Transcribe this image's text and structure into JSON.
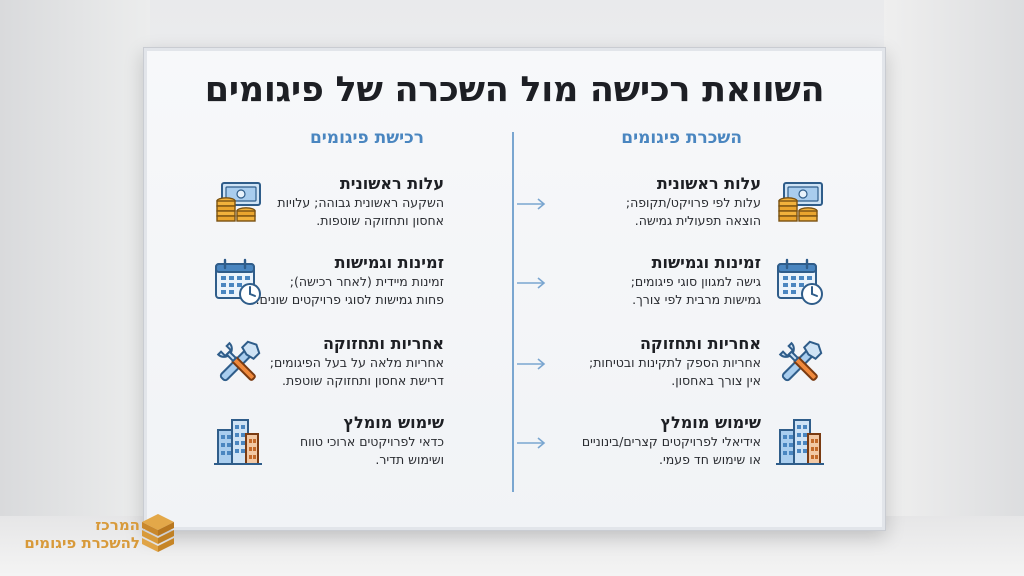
{
  "title": "השוואת רכישה מול השכרה של פיגומים",
  "columns": {
    "rental": {
      "heading": "השכרת פיגומים",
      "items": [
        {
          "title": "עלות ראשונית",
          "line1": "עלות לפי פרויקט/תקופה;",
          "line2": "הוצאה תפעולית גמישה.",
          "icon": "money-coins-icon"
        },
        {
          "title": "זמינות וגמישות",
          "line1": "גישה למגוון סוגי פיגומים;",
          "line2": "גמישות מרבית לפי צורך.",
          "icon": "calendar-clock-icon"
        },
        {
          "title": "אחריות ותחזוקה",
          "line1": "אחריות הספק לתקינות ובטיחות;",
          "line2": "אין צורך באחסון.",
          "icon": "tools-icon"
        },
        {
          "title": "שימוש מומלץ",
          "line1": "אידיאלי לפרויקטים קצרים/בינוניים",
          "line2": "או שימוש חד פעמי.",
          "icon": "buildings-icon"
        }
      ]
    },
    "purchase": {
      "heading": "רכישת פיגומים",
      "items": [
        {
          "title": "עלות ראשונית",
          "line1": "השקעה ראשונית גבוהה; עלויות",
          "line2": "אחסון ותחזוקה שוטפות.",
          "icon": "money-coins-icon"
        },
        {
          "title": "זמינות וגמישות",
          "line1": "זמינות מיידית (לאחר רכישה);",
          "line2": "פחות גמישות לסוגי פרויקטים שונים.",
          "icon": "calendar-clock-icon"
        },
        {
          "title": "אחריות ותחזוקה",
          "line1": "אחריות מלאה על בעל הפיגומים;",
          "line2": "דרישת אחסון ותחזוקה שוטפת.",
          "icon": "tools-icon"
        },
        {
          "title": "שימוש מומלץ",
          "line1": "כדאי לפרויקטים ארוכי טווח",
          "line2": "ושימוש תדיר.",
          "icon": "buildings-icon"
        }
      ]
    }
  },
  "logo": {
    "line1": "המרכז",
    "line2": "להשכרת פיגומים"
  },
  "colors": {
    "accent": "#4a86c0",
    "brand": "#d89a3a",
    "title": "#1d1f24",
    "divider": "#7aa6d0"
  }
}
